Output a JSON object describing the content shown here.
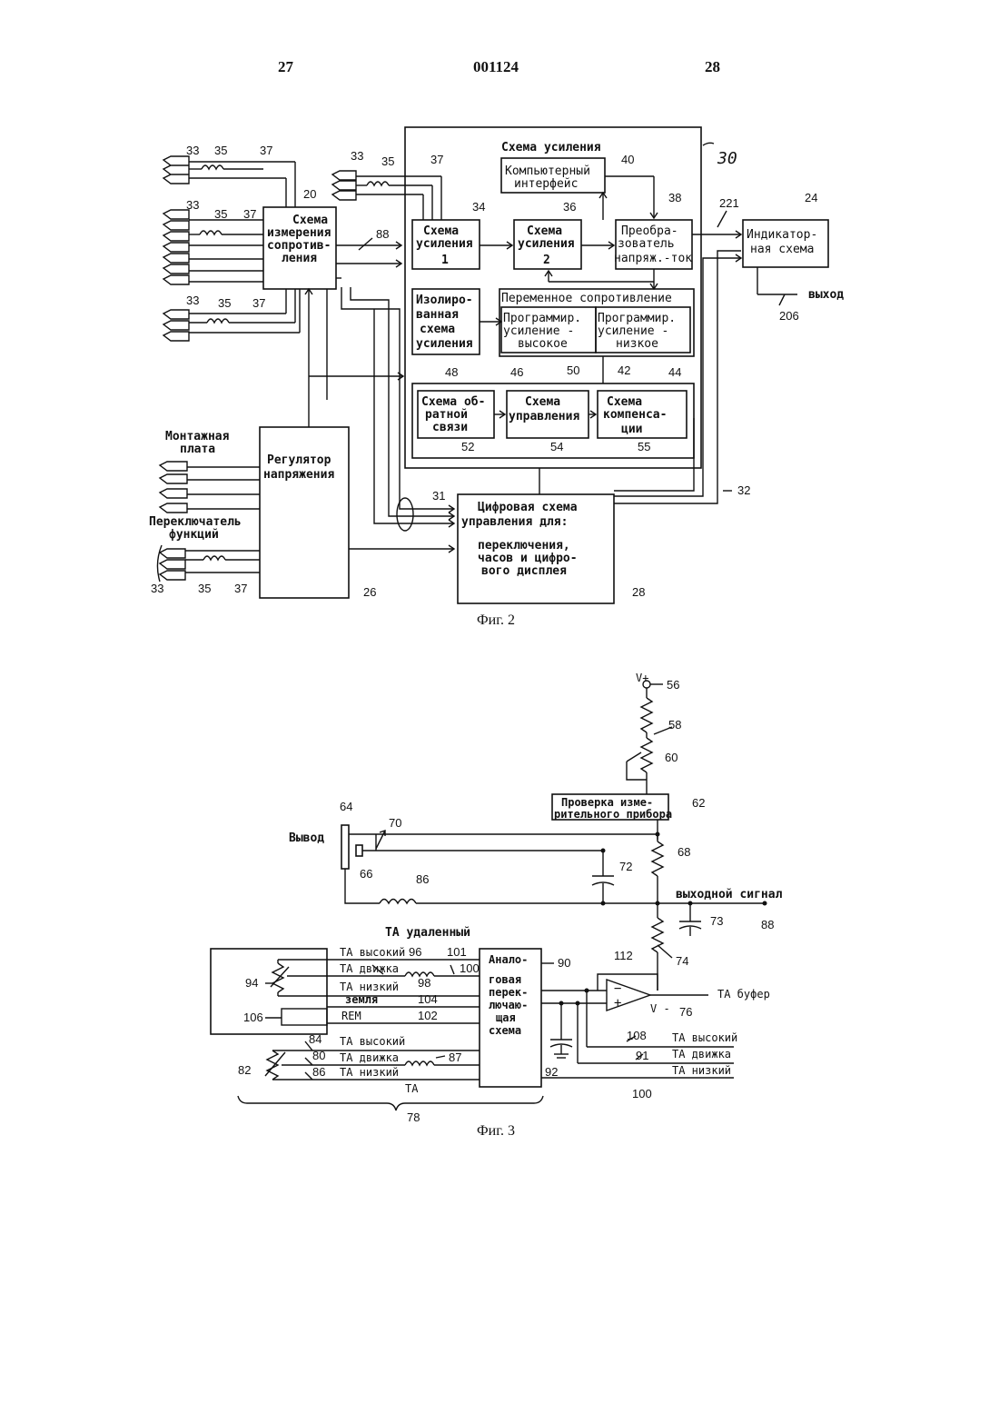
{
  "header": {
    "left_page": "27",
    "center": "001124",
    "right_page": "28"
  },
  "fig2": {
    "caption": "Фиг. 2",
    "amp_block_title": "Схема усиления",
    "amp_block_number": "30",
    "computer_interface": [
      "Компьютерный",
      "интерфейс"
    ],
    "resistance_measure": [
      "Схема",
      "измерения",
      "сопротив-",
      "ления"
    ],
    "amp1": [
      "Схема",
      "усиления",
      "1"
    ],
    "amp2": [
      "Схема",
      "усиления",
      "2"
    ],
    "converter": [
      "Преобра-",
      "зователь",
      "напряж.-ток"
    ],
    "indicator": [
      "Индикатор-",
      "ная схема"
    ],
    "output_label": "выход",
    "isolated_amp": [
      "Изолиро-",
      "ванная",
      "схема",
      "усиления"
    ],
    "variable_resistance": "Переменное сопротивление",
    "prog_high": [
      "Программир.",
      "усиление -",
      "высокое"
    ],
    "prog_low": [
      "Программир.",
      "усиление -",
      "низкое"
    ],
    "feedback": [
      "Схема об-",
      "ратной",
      "связи"
    ],
    "control": [
      "Схема",
      "управления"
    ],
    "compensation": [
      "Схема",
      "компенса-",
      "ции"
    ],
    "mounting_board": [
      "Монтажная",
      "плата"
    ],
    "function_switch": [
      "Переключатель",
      "функций"
    ],
    "voltage_regulator": [
      "Регулятор",
      "напряжения"
    ],
    "digital_control": [
      "Цифровая схема",
      "управления для:",
      "переключения,",
      "часов и цифро-",
      "вого дисплея"
    ],
    "refs": {
      "r33": "33",
      "r35": "35",
      "r37": "37",
      "r20": "20",
      "r88": "88",
      "r34": "34",
      "r36": "36",
      "r40": "40",
      "r38": "38",
      "r221": "221",
      "r24": "24",
      "r206": "206",
      "r48": "48",
      "r46": "46",
      "r50": "50",
      "r42": "42",
      "r44": "44",
      "r52": "52",
      "r54": "54",
      "r55": "55",
      "r31": "31",
      "r32": "32",
      "r26": "26",
      "r28": "28"
    }
  },
  "fig3": {
    "caption": "Фиг. 3",
    "vplus": "V+",
    "meter_check": [
      "Проверка изме-",
      "рительного прибора"
    ],
    "vyvod": "Вывод",
    "output_signal": "выходной сигнал",
    "ta_remote": "ТА удаленный",
    "analog_switch": [
      "Аналo-",
      "говая",
      "перек-",
      "лючаю-",
      "щая",
      "схема"
    ],
    "line_labels": {
      "ta_high": "ТА высокий",
      "ta_wiper": "ТА движка",
      "ta_low": "ТА низкий",
      "ground": "земля",
      "rem": "REM",
      "ta": "ТА",
      "ta_buffer": "ТА буфер",
      "vminus": "V -"
    },
    "refs": {
      "r56": "56",
      "r58": "58",
      "r60": "60",
      "r62": "62",
      "r64": "64",
      "r70": "70",
      "r66": "66",
      "r68": "68",
      "r72": "72",
      "r86": "86",
      "r88": "88",
      "r73": "73",
      "r74": "74",
      "r90": "90",
      "r112": "112",
      "r96": "96",
      "r101": "101",
      "r100": "100",
      "r94": "94",
      "r98": "98",
      "r104": "104",
      "r106": "106",
      "r102": "102",
      "r84": "84",
      "r82": "82",
      "r80": "80",
      "r87": "87",
      "r108": "108",
      "r91": "91",
      "r92": "92",
      "r76": "76",
      "r78": "78"
    }
  }
}
